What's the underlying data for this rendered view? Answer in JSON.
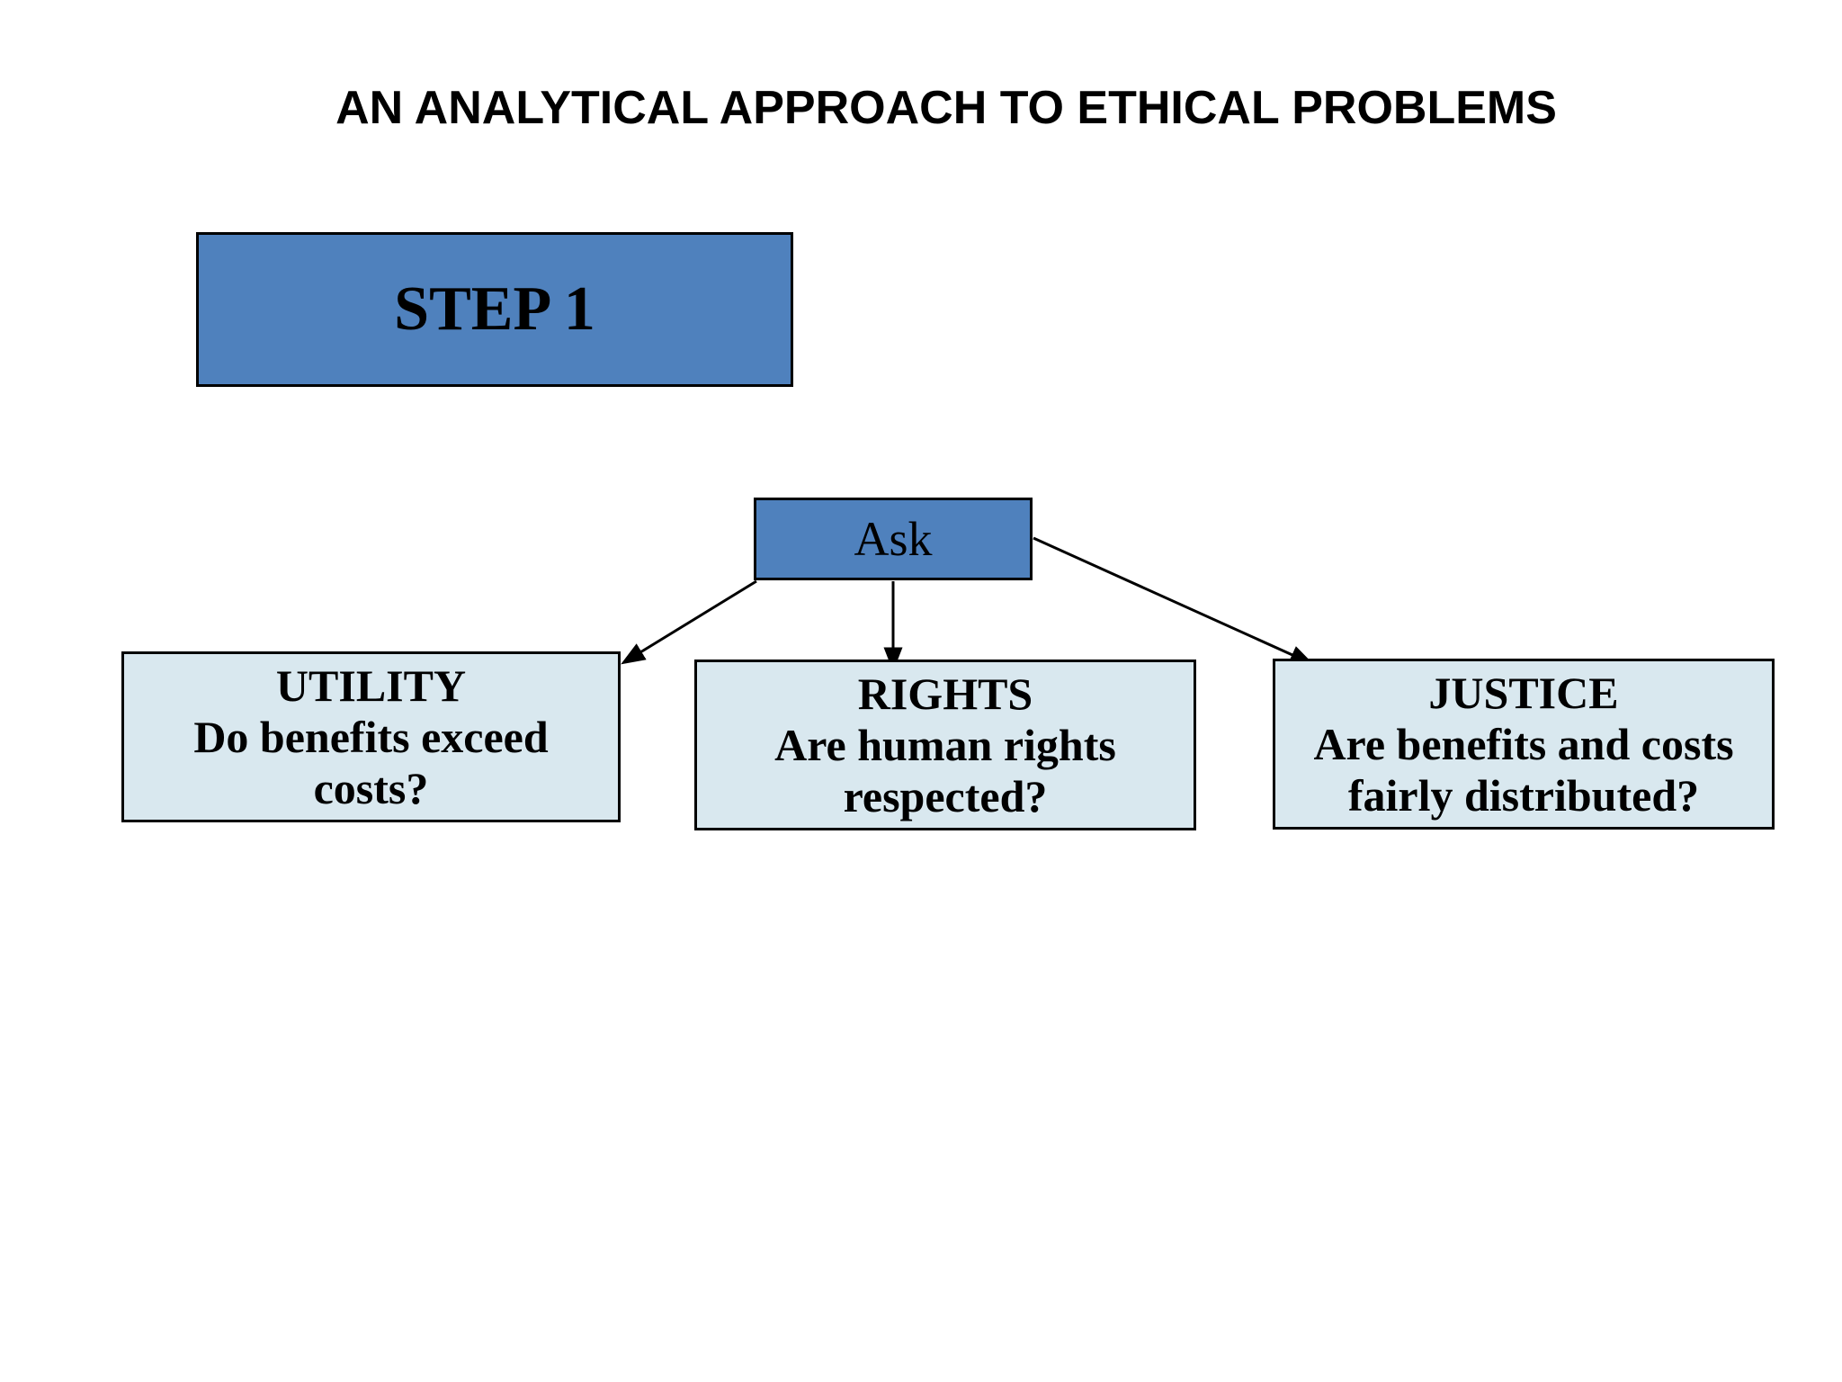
{
  "slide": {
    "title": "AN ANALYTICAL APPROACH TO ETHICAL PROBLEMS",
    "step_box": {
      "label": "STEP 1"
    },
    "ask_box": {
      "label": "Ask"
    },
    "branch_boxes": [
      {
        "heading": "UTILITY",
        "line1": "Do benefits exceed",
        "line2": "costs?"
      },
      {
        "heading": "RIGHTS",
        "line1": "Are human rights",
        "line2": "respected?"
      },
      {
        "heading": "JUSTICE",
        "line1": "Are benefits and costs",
        "line2": "fairly distributed?"
      }
    ],
    "colors": {
      "background": "#ffffff",
      "box_blue": "#4f81bd",
      "box_light": "#d9e8ef",
      "border": "#000000",
      "text": "#000000"
    }
  }
}
